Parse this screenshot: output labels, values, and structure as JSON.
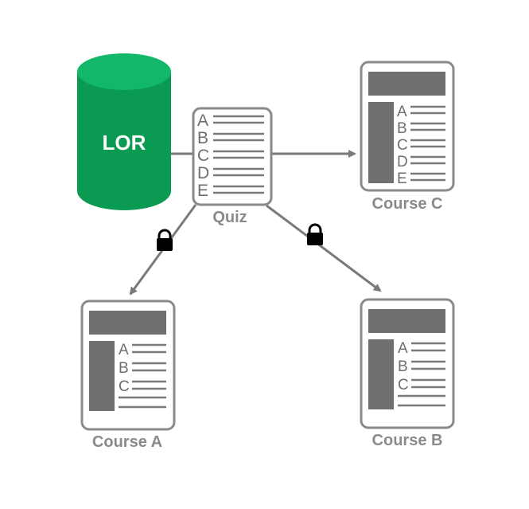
{
  "lor": {
    "label": "LOR",
    "color": "#0a9a52"
  },
  "quiz": {
    "caption": "Quiz",
    "letters": [
      "A",
      "B",
      "C",
      "D",
      "E"
    ]
  },
  "course_c": {
    "caption": "Course C",
    "letters": [
      "A",
      "B",
      "C",
      "D",
      "E"
    ]
  },
  "course_a": {
    "caption": "Course A",
    "letters": [
      "A",
      "B",
      "C"
    ]
  },
  "course_b": {
    "caption": "Course B",
    "letters": [
      "A",
      "B",
      "C"
    ]
  },
  "colors": {
    "outline": "#8a8a8a",
    "fill_dark": "#707070",
    "arrow": "#7a7a7a",
    "lock": "#000000"
  }
}
